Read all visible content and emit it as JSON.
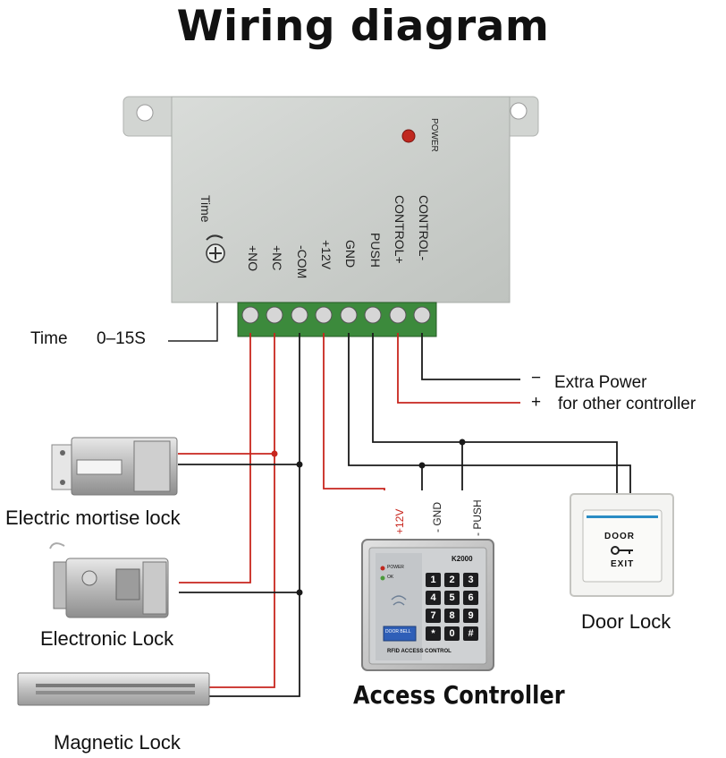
{
  "title": "Wiring diagram",
  "controller": {
    "power_label": "POWER",
    "time_label": "Time",
    "terminals": [
      "+NO",
      "+NC",
      "-COM",
      "+12V",
      "GND",
      "PUSH",
      "CONTROL+",
      "CONTROL-"
    ]
  },
  "time_note": {
    "label": "Time",
    "range": "0–15S"
  },
  "extra_power": {
    "minus": "−",
    "plus": "+",
    "line1": "Extra Power",
    "line2": "for other controller"
  },
  "access_wires": {
    "v12": "+12V",
    "gnd": "- GND",
    "push": "- PUSH"
  },
  "devices": {
    "mortise": "Electric mortise lock",
    "electronic": "Electronic Lock",
    "magnetic": "Magnetic Lock",
    "door": "Door Lock",
    "access": "Access Controller"
  },
  "keypad": {
    "model": "K2000",
    "power": "POWER",
    "ok": "OK",
    "bell": "DOOR BELL",
    "footer": "RFID ACCESS CONTROL",
    "keys": [
      "1",
      "2",
      "3",
      "4",
      "5",
      "6",
      "7",
      "8",
      "9",
      "*",
      "0",
      "#"
    ]
  },
  "exit_button": {
    "top": "DOOR",
    "bottom": "EXIT"
  },
  "colors": {
    "red_wire": "#c8261e",
    "black_wire": "#1a1a1a",
    "terminal": "#3c8a3c",
    "case": "#cfd2cf"
  }
}
